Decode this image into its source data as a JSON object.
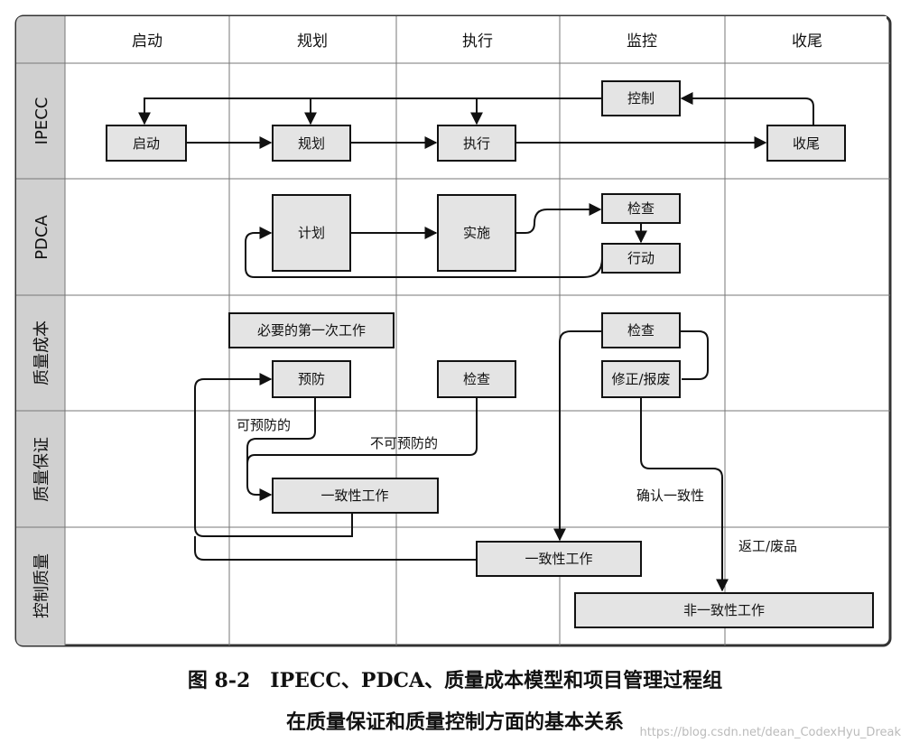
{
  "headers": [
    "启动",
    "规划",
    "执行",
    "监控",
    "收尾"
  ],
  "lanes": [
    "IPECC",
    "PDCA",
    "质量成本",
    "质量保证",
    "控制质量"
  ],
  "boxes": {
    "ipecc_control": "控制",
    "ipecc_start": "启动",
    "ipecc_plan": "规划",
    "ipecc_execute": "执行",
    "ipecc_close": "收尾",
    "pdca_plan": "计划",
    "pdca_do": "实施",
    "pdca_check": "检查",
    "pdca_act": "行动",
    "qc_necessary_work": "必要的第一次工作",
    "qc_prevention": "预防",
    "qc_inspection": "检查",
    "qc_check": "检查",
    "qc_fix_scrap": "修正/报废",
    "qa_conformance_work": "一致性工作",
    "ctrl_conformance_work": "一致性工作",
    "ctrl_nonconformance_work": "非一致性工作"
  },
  "labels": {
    "preventable": "可预防的",
    "not_preventable": "不可预防的",
    "confirm_conformance": "确认一致性",
    "rework_scrap": "返工/废品"
  },
  "caption": {
    "line1": "图 8-2　IPECC、PDCA、质量成本模型和项目管理过程组",
    "line2": "在质量保证和质量控制方面的基本关系"
  },
  "watermark": "https://blog.csdn.net/dean_CodexHyu_Dreak"
}
